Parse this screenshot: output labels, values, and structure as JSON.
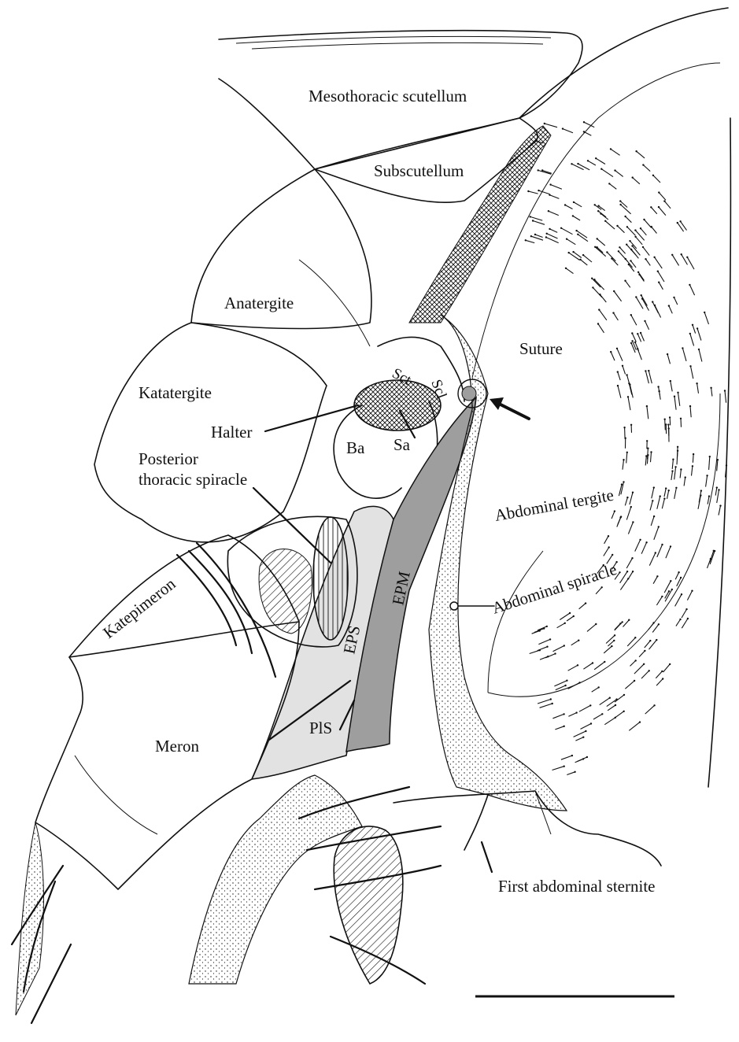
{
  "labels": {
    "mesothoracic_scutellum": "Mesothoracic scutellum",
    "subscutellum": "Subscutellum",
    "anatergite": "Anatergite",
    "katatergite": "Katatergite",
    "suture": "Suture",
    "halter": "Halter",
    "sct": "Sct",
    "scl": "Scl",
    "ba": "Ba",
    "sa": "Sa",
    "posterior_thoracic_spiracle_line1": "Posterior",
    "posterior_thoracic_spiracle_line2": "thoracic spiracle",
    "abdominal_tergite": "Abdominal tergite",
    "abdominal_spiracle": "Abdominal spiracle",
    "katepimeron": "Katepimeron",
    "eps": "EPS",
    "epm": "EPM",
    "pls": "PlS",
    "meron": "Meron",
    "first_abdominal_sternite": "First abdominal sternite"
  },
  "colors": {
    "eps_fill": "#e2e2e2",
    "epm_fill": "#9e9e9e",
    "line": "#111111"
  },
  "icons": {
    "pointer": "arrow-icon",
    "scale": "scale-bar"
  }
}
